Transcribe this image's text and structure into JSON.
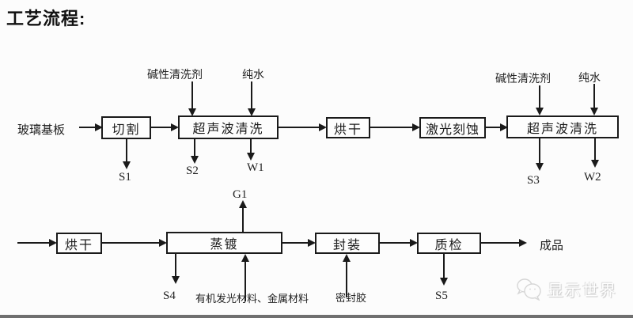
{
  "title": "工艺流程:",
  "flow": {
    "row1": {
      "start_label": "玻璃基板",
      "boxes": {
        "cut": "切割",
        "ultrasonic1": "超声波清洗",
        "dry1": "烘干",
        "laser": "激光刻蚀",
        "ultrasonic2": "超声波清洗"
      },
      "inputs": {
        "alkaline1": "碱性清洗剂",
        "water1": "纯水",
        "alkaline2": "碱性清洗剂",
        "water2": "纯水"
      },
      "outputs": {
        "s1": "S1",
        "s2": "S2",
        "w1": "W1",
        "s3": "S3",
        "w2": "W2"
      }
    },
    "row2": {
      "boxes": {
        "dry2": "烘干",
        "evaporation": "蒸镀",
        "encapsulation": "封装",
        "qc": "质检"
      },
      "inputs": {
        "materials": "有机发光材料、金属材料",
        "sealant": "密封胶"
      },
      "outputs": {
        "g1": "G1",
        "s4": "S4",
        "s5": "S5"
      },
      "end_label": "成品"
    }
  },
  "watermark": {
    "text": "显示世界",
    "icon": "wechat-icon"
  },
  "colors": {
    "line": "#1a1a1a",
    "background": "#fcfcfc",
    "watermark_text": "#ffffff"
  }
}
